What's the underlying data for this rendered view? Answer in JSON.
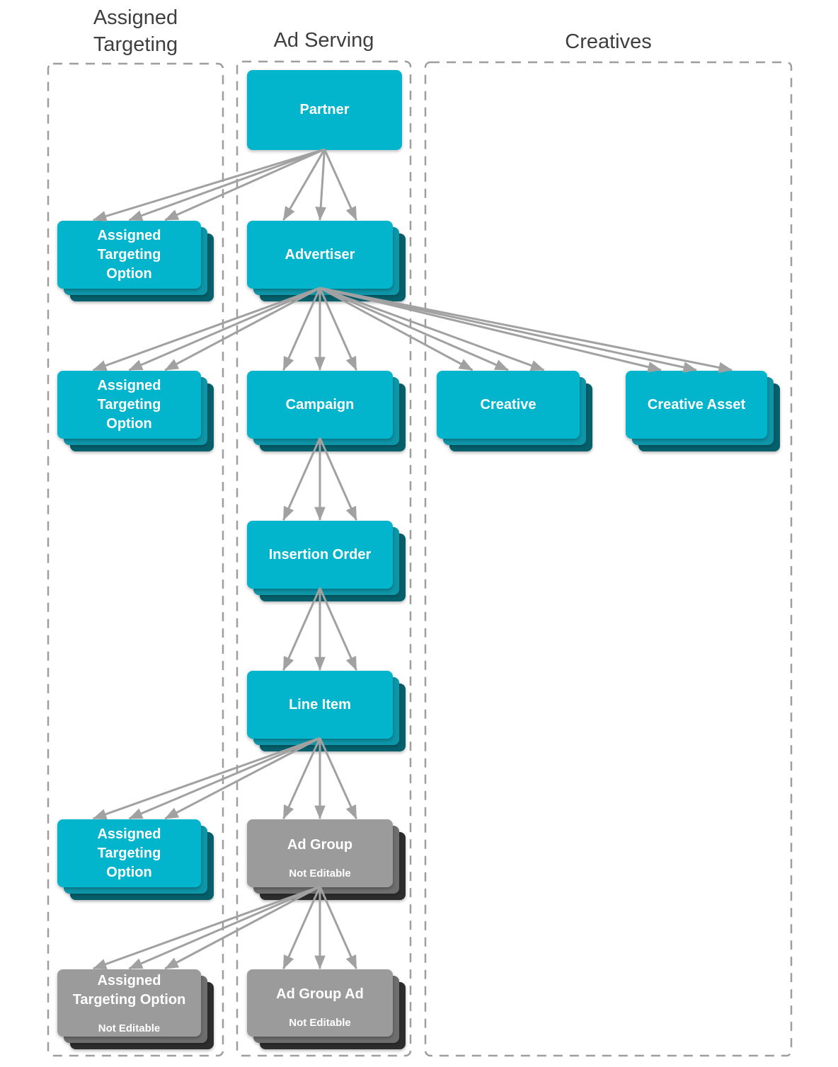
{
  "diagram": {
    "columns": [
      {
        "id": "assigned-targeting",
        "title": "Assigned Targeting",
        "title_lines": [
          "Assigned",
          "Targeting"
        ]
      },
      {
        "id": "ad-serving",
        "title": "Ad Serving",
        "title_lines": [
          "Ad Serving"
        ]
      },
      {
        "id": "creatives",
        "title": "Creatives",
        "title_lines": [
          "Creatives"
        ]
      }
    ],
    "nodes": [
      {
        "id": "partner",
        "column": "ad-serving",
        "label": "Partner",
        "label_lines": [
          "Partner"
        ],
        "status": "editable",
        "stacked": false
      },
      {
        "id": "assigned-targeting-option-1",
        "column": "assigned-targeting",
        "label": "Assigned Targeting Option",
        "label_lines": [
          "Assigned",
          "Targeting",
          "Option"
        ],
        "status": "editable",
        "stacked": true
      },
      {
        "id": "advertiser",
        "column": "ad-serving",
        "label": "Advertiser",
        "label_lines": [
          "Advertiser"
        ],
        "status": "editable",
        "stacked": true
      },
      {
        "id": "assigned-targeting-option-2",
        "column": "assigned-targeting",
        "label": "Assigned Targeting Option",
        "label_lines": [
          "Assigned",
          "Targeting",
          "Option"
        ],
        "status": "editable",
        "stacked": true
      },
      {
        "id": "campaign",
        "column": "ad-serving",
        "label": "Campaign",
        "label_lines": [
          "Campaign"
        ],
        "status": "editable",
        "stacked": true
      },
      {
        "id": "creative",
        "column": "creatives",
        "label": "Creative",
        "label_lines": [
          "Creative"
        ],
        "status": "editable",
        "stacked": true
      },
      {
        "id": "creative-asset",
        "column": "creatives",
        "label": "Creative Asset",
        "label_lines": [
          "Creative Asset"
        ],
        "status": "editable",
        "stacked": true
      },
      {
        "id": "insertion-order",
        "column": "ad-serving",
        "label": "Insertion Order",
        "label_lines": [
          "Insertion Order"
        ],
        "status": "editable",
        "stacked": true
      },
      {
        "id": "line-item",
        "column": "ad-serving",
        "label": "Line Item",
        "label_lines": [
          "Line Item"
        ],
        "status": "editable",
        "stacked": true
      },
      {
        "id": "assigned-targeting-option-3",
        "column": "assigned-targeting",
        "label": "Assigned Targeting Option",
        "label_lines": [
          "Assigned",
          "Targeting",
          "Option"
        ],
        "status": "editable",
        "stacked": true
      },
      {
        "id": "ad-group",
        "column": "ad-serving",
        "label": "Ad Group",
        "label_lines": [
          "Ad Group"
        ],
        "sublabel": "Not Editable",
        "status": "not-editable",
        "stacked": true
      },
      {
        "id": "assigned-targeting-option-not-editable",
        "column": "assigned-targeting",
        "label": "Assigned Targeting Option",
        "label_lines": [
          "Assigned",
          "Targeting Option"
        ],
        "sublabel": "Not Editable",
        "status": "not-editable",
        "stacked": true
      },
      {
        "id": "ad-group-ad",
        "column": "ad-serving",
        "label": "Ad Group Ad",
        "label_lines": [
          "Ad Group Ad"
        ],
        "sublabel": "Not Editable",
        "status": "not-editable",
        "stacked": true
      }
    ],
    "edges": [
      {
        "from": "partner",
        "to": "assigned-targeting-option-1"
      },
      {
        "from": "partner",
        "to": "advertiser"
      },
      {
        "from": "advertiser",
        "to": "assigned-targeting-option-2"
      },
      {
        "from": "advertiser",
        "to": "campaign"
      },
      {
        "from": "advertiser",
        "to": "creative"
      },
      {
        "from": "advertiser",
        "to": "creative-asset"
      },
      {
        "from": "campaign",
        "to": "insertion-order"
      },
      {
        "from": "insertion-order",
        "to": "line-item"
      },
      {
        "from": "line-item",
        "to": "assigned-targeting-option-3"
      },
      {
        "from": "line-item",
        "to": "ad-group"
      },
      {
        "from": "ad-group",
        "to": "assigned-targeting-option-not-editable"
      },
      {
        "from": "ad-group",
        "to": "ad-group-ad"
      }
    ],
    "colors": {
      "editable_face": "#03B5CC",
      "editable_layer2": "#0E95A8",
      "editable_layer3": "#05606C",
      "not_editable_face": "#9B9B9B",
      "not_editable_layer2": "#6E6E6E",
      "not_editable_layer3": "#2D2D2D",
      "arrow": "#A1A1A1",
      "column_border": "#9E9E9E",
      "title_text": "#3F3F3F",
      "node_text": "#FFFFFF"
    }
  }
}
